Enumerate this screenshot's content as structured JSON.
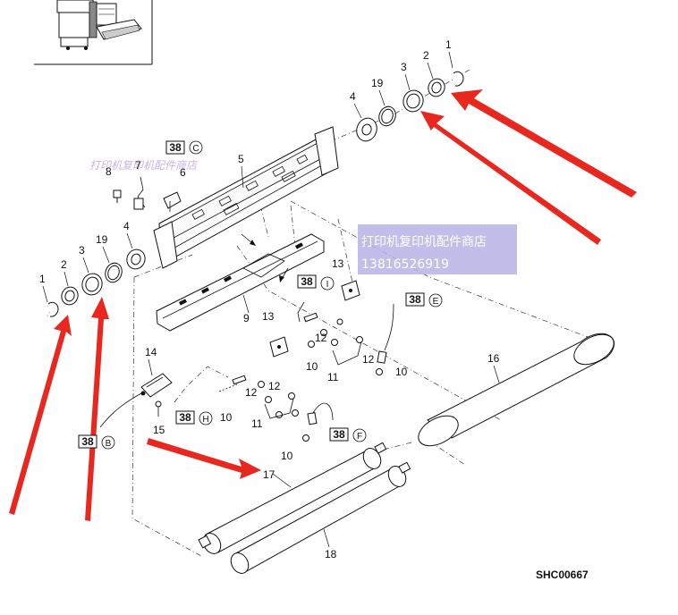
{
  "diagram": {
    "code": "SHC00667",
    "callouts": {
      "n1a": "1",
      "n2a": "2",
      "n3a": "3",
      "n19a": "19",
      "n4a": "4",
      "n1b": "1",
      "n2b": "2",
      "n3b": "3",
      "n19b": "19",
      "n4b": "4",
      "n5": "5",
      "n6": "6",
      "n7": "7",
      "n8": "8",
      "n9": "9",
      "n10a": "10",
      "n10b": "10",
      "n10c": "10",
      "n10d": "10",
      "n11a": "11",
      "n11b": "11",
      "n12a": "12",
      "n12b": "12",
      "n12c": "12",
      "n12d": "12",
      "n13a": "13",
      "n13b": "13",
      "n14": "14",
      "n15": "15",
      "n16": "16",
      "n17": "17",
      "n18": "18"
    },
    "refs": [
      {
        "num": "38",
        "letter": "C"
      },
      {
        "num": "38",
        "letter": "I"
      },
      {
        "num": "38",
        "letter": "E"
      },
      {
        "num": "38",
        "letter": "H"
      },
      {
        "num": "38",
        "letter": "F"
      },
      {
        "num": "38",
        "letter": "B"
      }
    ],
    "watermark": {
      "line1": "打印机复印机配件商店",
      "line2": "13816526919",
      "overlay": "打印机复印机配件商店"
    },
    "colors": {
      "arrow": "#e8271f",
      "watermark_bg": "#b6b3e6",
      "line": "#111111"
    }
  }
}
